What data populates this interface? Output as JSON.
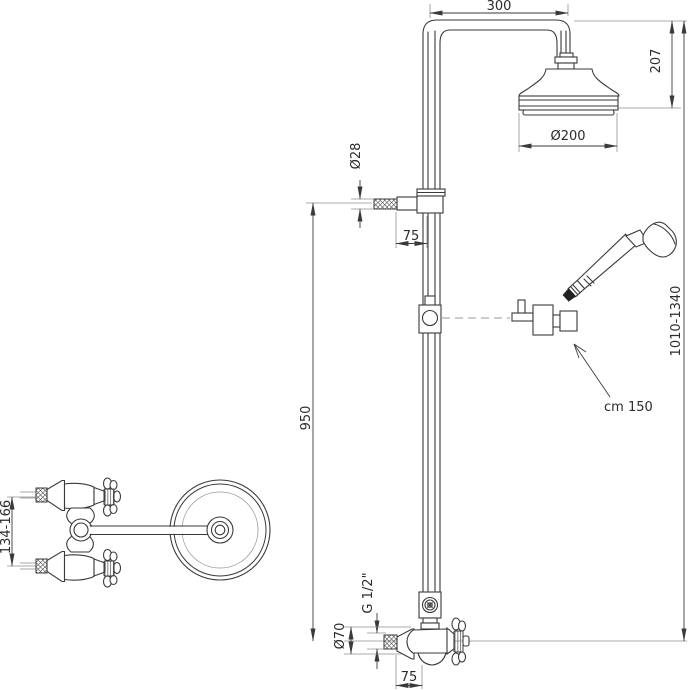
{
  "dims": {
    "arm_width": "300",
    "head_height": "207",
    "head_diameter": "Ø200",
    "outlet_diameter": "Ø28",
    "outlet_offset": "75",
    "riser_height": "950",
    "overall_height": "1010-1340",
    "hose_length": "cm 150",
    "thread_size": "G 1/2\"",
    "escutcheon_diameter": "Ø70",
    "wall_offset": "75",
    "inlet_spacing": "134-166"
  },
  "colors": {
    "line": "#3a3a3a",
    "reference_line": "#8f8f8f",
    "background": "#ffffff",
    "text": "#2b2b2b"
  }
}
